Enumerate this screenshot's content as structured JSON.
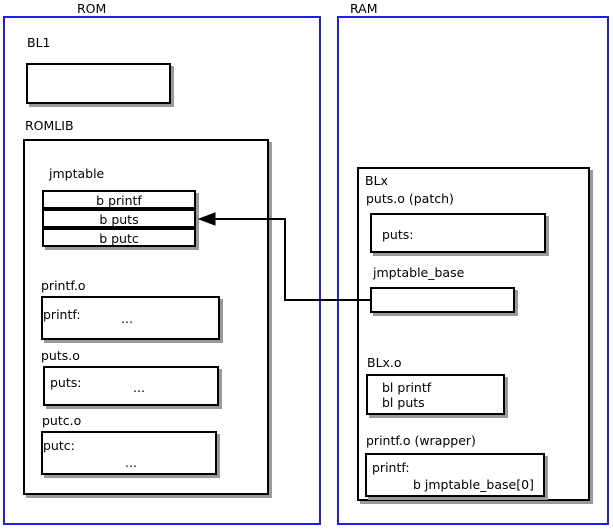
{
  "diagram": {
    "title_left": "ROM",
    "title_right": "RAM"
  },
  "rom": {
    "label": "ROM",
    "bl1": {
      "label": "BL1",
      "body": ""
    },
    "romlib": {
      "label": "ROMLIB",
      "jmptable": {
        "label": "jmptable",
        "rows": [
          "b printf",
          "b puts",
          "b putc"
        ]
      },
      "objects": [
        {
          "label": "printf.o",
          "symbol": "printf:",
          "body": "..."
        },
        {
          "label": "puts.o",
          "symbol": "puts:",
          "body": "..."
        },
        {
          "label": "putc.o",
          "symbol": "putc:",
          "body": "..."
        }
      ]
    }
  },
  "ram": {
    "label": "RAM",
    "blx": {
      "label": "BLx",
      "puts_patch": {
        "label": "puts.o (patch)",
        "symbol": "puts:"
      },
      "jmptable_base": {
        "label": "jmptable_base",
        "body": ""
      },
      "blx_o": {
        "label": "BLx.o",
        "line1": "bl printf",
        "line2": "bl puts"
      },
      "printf_wrapper": {
        "label": "printf.o (wrapper)",
        "symbol": "printf:",
        "instruction": "b jmptable_base[0]"
      }
    }
  },
  "connector": {
    "name": "jmptable-base-to-b-puts-arrow",
    "from": "jmptable_base",
    "to": "b puts",
    "color": "#000000"
  },
  "colors": {
    "region_border": "#2020ee",
    "box_border": "#000000",
    "text": "#000000",
    "shadow": "#9a9a9a",
    "background": "#ffffff"
  }
}
